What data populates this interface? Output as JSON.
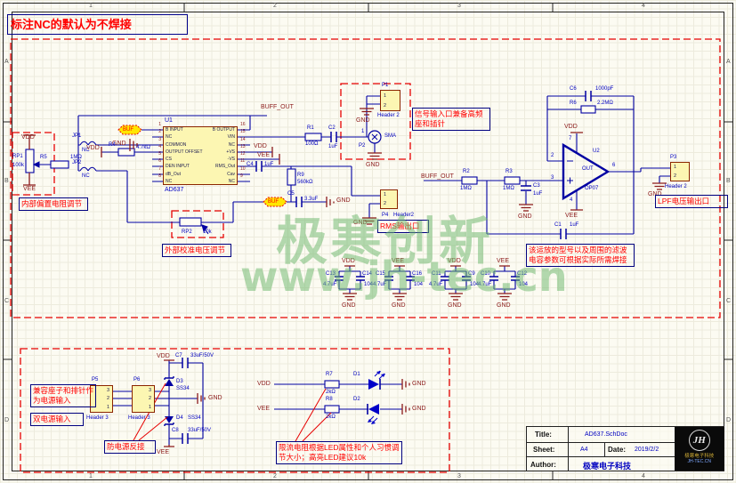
{
  "note_top": "标注NC的默认为不焊接",
  "watermark": {
    "line1": "极寒创新",
    "line2": "www.jh-tec.cn"
  },
  "sheet": {
    "zones_h": [
      "1",
      "2",
      "3",
      "4"
    ],
    "zones_v": [
      "A",
      "B",
      "C",
      "D"
    ]
  },
  "colors": {
    "wire": "#0000A2",
    "designator": "#0000C0",
    "power": "#8B1A1A",
    "annotation": "#FF0000",
    "dash_box": "#E60000",
    "ic_fill": "#FCF6B2",
    "ic_border": "#8B2500",
    "watermark": "#6FB96F"
  },
  "nets": {
    "buf": "BUF",
    "buff_out": "BUFF_OUT",
    "vdd": "VDD",
    "vee": "VEE",
    "gnd": "GND"
  },
  "ic": {
    "ref": "U1",
    "part": "AD637",
    "left_pins": [
      {
        "num": "1",
        "name": "B INPUT"
      },
      {
        "num": "2",
        "name": "NC"
      },
      {
        "num": "3",
        "name": "COMMON"
      },
      {
        "num": "4",
        "name": "OUTPUT OFFSET"
      },
      {
        "num": "5",
        "name": "CS"
      },
      {
        "num": "6",
        "name": "DEN INPUT"
      },
      {
        "num": "7",
        "name": "dB_Out"
      },
      {
        "num": "8",
        "name": "NC"
      }
    ],
    "right_pins": [
      {
        "num": "16",
        "name": "B OUTPUT"
      },
      {
        "num": "15",
        "name": "VIN"
      },
      {
        "num": "14",
        "name": "NC"
      },
      {
        "num": "13",
        "name": "+VS"
      },
      {
        "num": "12",
        "name": "-VS"
      },
      {
        "num": "11",
        "name": "RMS_Out"
      },
      {
        "num": "10",
        "name": "Cav"
      },
      {
        "num": "9",
        "name": "NC"
      }
    ]
  },
  "components": {
    "rp1": {
      "ref": "RP1",
      "value": "100k"
    },
    "r5": {
      "ref": "R5",
      "value": "1MΩ"
    },
    "r4": {
      "ref": "R4",
      "value": "4.7kΩ"
    },
    "rp2": {
      "ref": "RP2",
      "value": "10k"
    },
    "jp1": {
      "ref": "JP1",
      "value": "NC"
    },
    "jp2": {
      "ref": "JP2",
      "value": "NC"
    },
    "r1": {
      "ref": "R1",
      "value": "100Ω"
    },
    "c2": {
      "ref": "C2",
      "value": "1uF"
    },
    "c4": {
      "ref": "C4",
      "value": "1uF"
    },
    "r9": {
      "ref": "R9",
      "value": "560kΩ"
    },
    "c5": {
      "ref": "C5",
      "value": "3.3uF"
    },
    "r2": {
      "ref": "R2",
      "value": "1MΩ"
    },
    "r3": {
      "ref": "R3",
      "value": "1MΩ"
    },
    "c3": {
      "ref": "C3",
      "value": "1uF"
    },
    "c6": {
      "ref": "C6",
      "value": "1000pF"
    },
    "r6": {
      "ref": "R6",
      "value": "2.2MΩ"
    },
    "c1": {
      "ref": "C1",
      "value": "1uF"
    },
    "u2": {
      "ref": "U2",
      "part": "OP07",
      "out_label": "OUT",
      "pin2": "2",
      "pin3": "3",
      "pin4": "4",
      "pin6": "6",
      "pin7": "7"
    },
    "c13": {
      "ref": "C13",
      "value": "4.7uF"
    },
    "c14": {
      "ref": "C14",
      "value": "104"
    },
    "c15": {
      "ref": "C15",
      "value": "4.7uF"
    },
    "c16": {
      "ref": "C16",
      "value": "104"
    },
    "c11": {
      "ref": "C11",
      "value": "4.7uF"
    },
    "c9": {
      "ref": "C9",
      "value": "104"
    },
    "c10": {
      "ref": "C10",
      "value": "4.7uF"
    },
    "c12": {
      "ref": "C12",
      "value": "104"
    },
    "c7": {
      "ref": "C7",
      "value": "33uF/50V"
    },
    "c8": {
      "ref": "C8",
      "value": "33uF/50V"
    },
    "d3": {
      "ref": "D3",
      "value": "SS34"
    },
    "d4": {
      "ref": "D4",
      "value": "SS34"
    },
    "r7": {
      "ref": "R7",
      "value": "2kΩ"
    },
    "r8": {
      "ref": "R8",
      "value": "2kΩ"
    },
    "d1": {
      "ref": "D1"
    },
    "d2": {
      "ref": "D2"
    }
  },
  "connectors": {
    "p1": {
      "ref": "P1",
      "type": "Header 2",
      "pins": [
        "1",
        "2"
      ]
    },
    "p2": {
      "ref": "P2",
      "type": "SMA",
      "pin": "1"
    },
    "p3": {
      "ref": "P3",
      "type": "Header 2",
      "pins": [
        "1",
        "2"
      ]
    },
    "p4": {
      "ref": "P4",
      "type": "Header2",
      "pins": [
        "1",
        "2"
      ]
    },
    "p5": {
      "ref": "P5",
      "type": "Header 3",
      "pins": [
        "3",
        "2",
        "1"
      ]
    },
    "p6": {
      "ref": "P6",
      "type": "Header 3",
      "pins": [
        "3",
        "2",
        "1"
      ]
    }
  },
  "annotations": {
    "internal_bias": "内部偏置电阻调节",
    "external_cal": "外部校准电压调节",
    "signal_input": "信号输入口兼备高频座和插针",
    "rms_output": "RMS输出口",
    "lpf_output": "LPF电压输出口",
    "opamp_note": "该运放的型号以及周围的滤波电容参数可根据实际所需焊接",
    "power_compat": "兼容座子和排针作为电源输入",
    "dual_supply": "双电源输入",
    "reverse_protect": "防电源反接",
    "led_note": "限流电阻根据LED属性和个人习惯调节大小；高亮LED建议10k"
  },
  "titleblock": {
    "title_label": "Title:",
    "title_value": "AD637.SchDoc",
    "sheet_label": "Sheet:",
    "sheet_value": "A4",
    "date_label": "Date:",
    "date_value": "2019/2/2",
    "author_label": "Author:",
    "author_value": "极寒电子科技",
    "logo_monogram": "JH",
    "logo_name": "极寒电子科技",
    "logo_site": "JH-TEC.CN"
  }
}
